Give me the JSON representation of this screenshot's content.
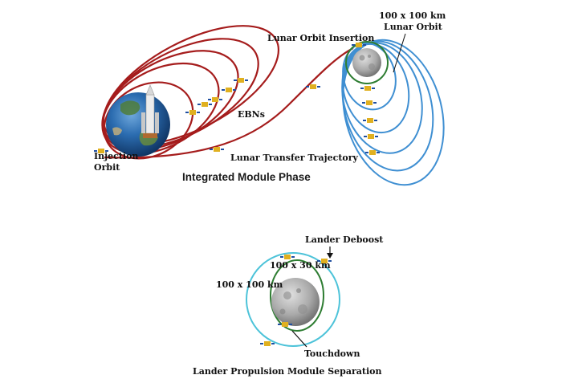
{
  "top": {
    "phase_title": "Integrated Module Phase",
    "labels": {
      "injection": [
        "Injection",
        "Orbit"
      ],
      "ebns": "EBNs",
      "ltt": "Lunar Transfer Trajectory",
      "loi": "Lunar Orbit Insertion",
      "lunar_orbit": [
        "100 x 100 km",
        "Lunar Orbit"
      ]
    },
    "colors": {
      "earth_orbit": "#a51c1c",
      "moon_orbit": "#3f8fd2",
      "final_orbit": "#2e7d32"
    }
  },
  "bottom": {
    "labels": {
      "lander_deboost": "Lander Deboost",
      "orbit_100x30": "100 x 30 km",
      "orbit_100x100": "100 x 100 km",
      "touchdown": "Touchdown",
      "separation": "Lander Propulsion Module Separation"
    },
    "colors": {
      "outer_orbit": "#4dc3d9",
      "inner_orbit": "#2e7d32"
    }
  },
  "icons": [
    "earth-icon",
    "rocket-icon",
    "moon-icon",
    "spacecraft-icon"
  ]
}
